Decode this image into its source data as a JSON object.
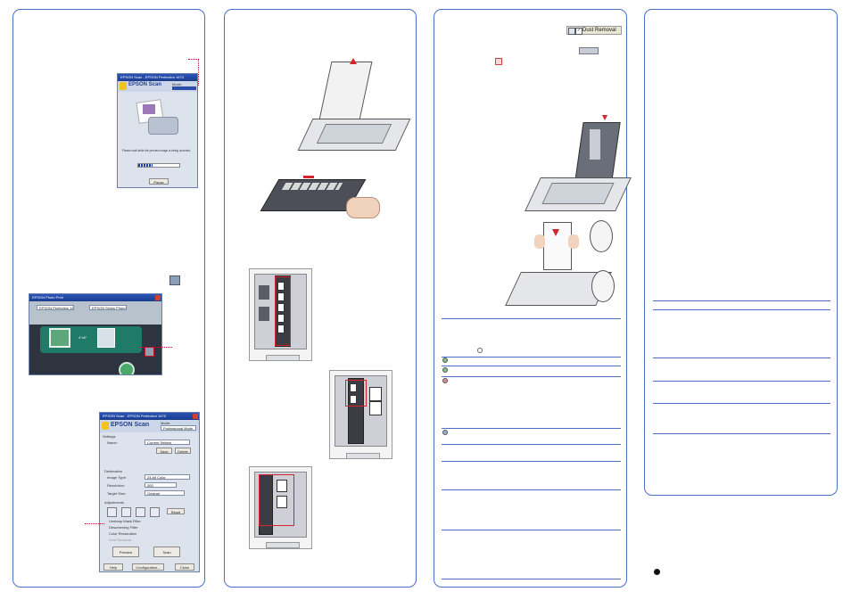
{
  "panel1": {
    "progress_window": {
      "title": "EPSON Scan - EPSON Perfection 1670",
      "logo": "EPSON Scan",
      "mode_label": "Mode:",
      "message": "Please wait while the preview image is being scanned.",
      "pause_button": "Pause",
      "progress": 0.35
    },
    "photo_print_window": {
      "title": "EPSON Photo Print",
      "field1": "EPSON Perfection 1670",
      "field2": "EPSON Stylus Photo",
      "size_label": "4\"x6\""
    },
    "professional_window": {
      "title": "EPSON Scan - EPSON Perfection 1670",
      "logo": "EPSON Scan",
      "mode_label": "Mode:",
      "mode_value": "Professional Mode",
      "settings_label": "Settings",
      "name_label": "Name:",
      "name_value": "Current Setting",
      "save_button": "Save",
      "delete_button": "Delete",
      "destination_label": "Destination",
      "image_type_label": "Image Type:",
      "image_type_value": "24-bit Color",
      "resolution_label": "Resolution:",
      "resolution_value": "300",
      "target_size_label": "Target Size:",
      "target_size_value": "Original",
      "adjustments_label": "Adjustments",
      "reset_button": "Reset",
      "unsharp_label": "Unsharp Mask Filter",
      "descreening_label": "Descreening Filter",
      "color_restoration_label": "Color Restoration",
      "dust_removal_label": "Dust Removal",
      "preview_button": "Preview",
      "scan_button": "Scan",
      "help_button": "Help",
      "configuration_button": "Configuration...",
      "close_button": "Close"
    }
  },
  "panel3": {
    "dust_removal_checkbox": "Dust Removal"
  },
  "colors": {
    "border_blue": "#4a6fc9",
    "accent_red": "#c0142a",
    "title_blue": "#1a3c8f"
  }
}
